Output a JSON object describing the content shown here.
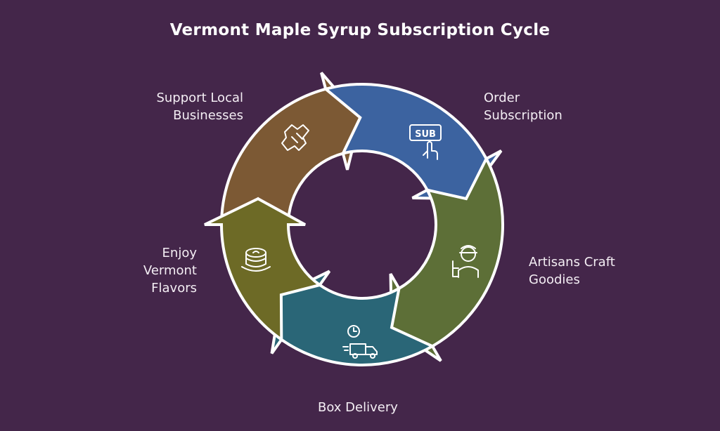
{
  "title": "Vermont Maple Syrup Subscription Cycle",
  "steps": [
    {
      "label_lines": [
        "Order",
        "Subscription"
      ],
      "icon": "subscribe-button-icon",
      "color": "#3c63a0"
    },
    {
      "label_lines": [
        "Artisans Craft",
        "Goodies"
      ],
      "icon": "artisan-icon",
      "color": "#5d6f37"
    },
    {
      "label_lines": [
        "Box Delivery"
      ],
      "icon": "delivery-truck-icon",
      "color": "#2a6677"
    },
    {
      "label_lines": [
        "Enjoy",
        "Vermont",
        "Flavors"
      ],
      "icon": "pancakes-icon",
      "color": "#6d6a26"
    },
    {
      "label_lines": [
        "Support Local",
        "Businesses"
      ],
      "icon": "handshake-icon",
      "color": "#7c5934"
    }
  ],
  "icon_text": {
    "sub": "SUB"
  }
}
